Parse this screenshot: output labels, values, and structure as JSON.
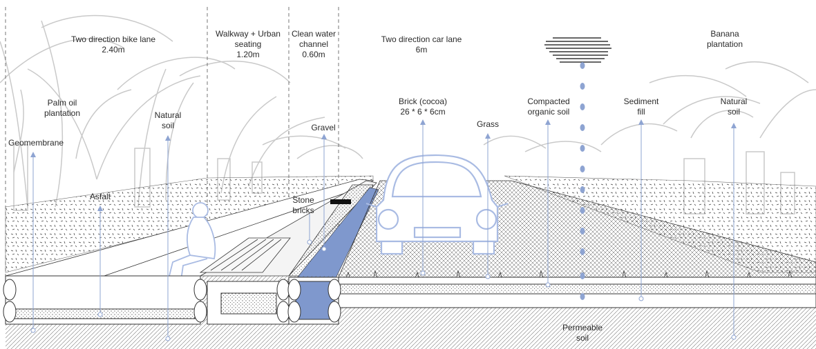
{
  "labels": {
    "bike_lane": "Two direction bike lane",
    "bike_lane_width": "2.40m",
    "walkway": "Walkway + Urban",
    "walkway_2": "seating",
    "walkway_width": "1.20m",
    "water_channel": "Clean water",
    "water_channel_2": "channel",
    "water_channel_width": "0.60m",
    "car_lane": "Two direction car lane",
    "car_lane_width": "6m",
    "banana": "Banana",
    "banana_2": "plantation",
    "palm_oil": "Palm oil",
    "palm_oil_2": "plantation",
    "geomembrane": "Geomembrane",
    "natural_soil_left": "Natural",
    "natural_soil_left_2": "soil",
    "gravel": "Gravel",
    "asfalt": "Asfalt",
    "stone_bricks": "Stone",
    "stone_bricks_2": "bricks",
    "brick": "Brick (cocoa)",
    "brick_size": "26 * 6 * 6cm",
    "grass": "Grass",
    "compacted_soil": "Compacted",
    "compacted_soil_2": "organic soil",
    "sediment": "Sediment",
    "sediment_2": "fill",
    "natural_soil_right": "Natural",
    "natural_soil_right_2": "soil",
    "permeable": "Permeable",
    "permeable_2": "soil"
  },
  "colors": {
    "accent": "#8ea4d2",
    "water": "#7f98cd",
    "car": "#a9bbe3",
    "line": "#333333",
    "tree": "#c9c9c9"
  },
  "icons": {
    "cloud": "cloud-icon",
    "rain": "raindrop-icon",
    "car": "car-icon",
    "person": "seated-person-icon"
  }
}
